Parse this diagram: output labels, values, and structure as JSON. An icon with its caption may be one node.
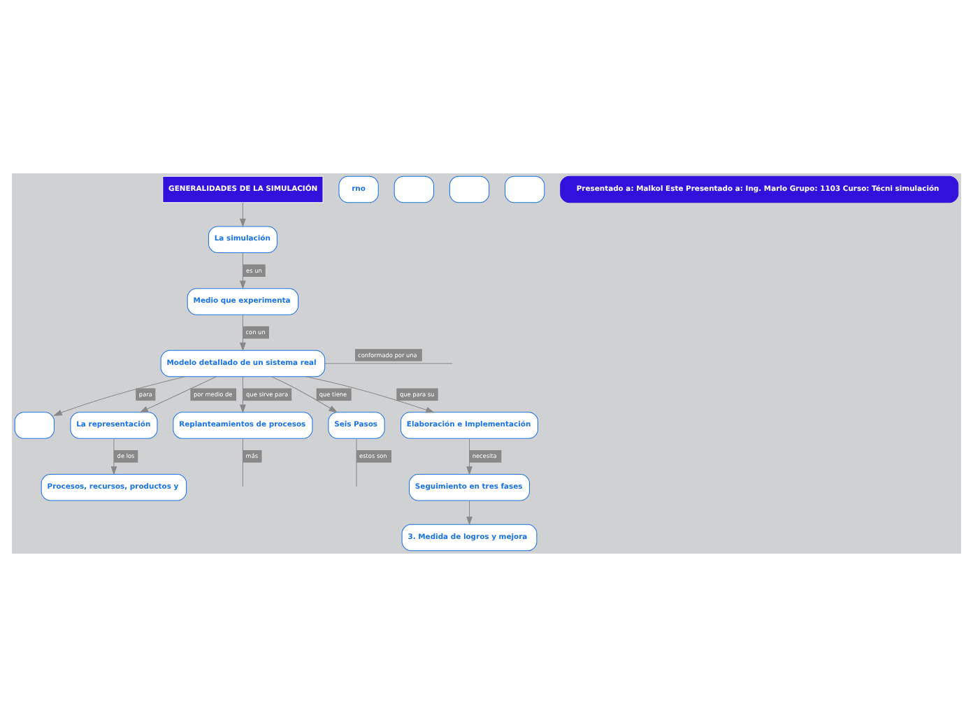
{
  "diagram": {
    "nodes": [
      {
        "text": [
          "GENERALIDADES DE LA SIMULACIÓN"
        ]
      },
      {
        "text": [
          "La simulación"
        ]
      },
      {
        "text": [
          "Medio que experimenta"
        ]
      },
      {
        "text": [
          "Modelo detallado de un sistema real"
        ]
      },
      {
        "text": [],
        "shape": "box"
      },
      {
        "text": [
          "La representación"
        ]
      },
      {
        "text": [
          "rno"
        ]
      },
      {
        "text": [
          "Procesos, recursos, productos y"
        ]
      },
      {
        "text": [
          "Replanteamientos de procesos"
        ]
      },
      {
        "text": [
          "Seis Pasos"
        ]
      },
      {
        "text": [
          "Elaboración e Implementación"
        ]
      },
      {
        "text": [
          "Seguimiento en tres fases"
        ]
      },
      {
        "text": [
          "3. Medida de logros y mejora"
        ]
      },
      {
        "text": [],
        "shape": "box"
      },
      {
        "text": [],
        "shape": "box"
      },
      {
        "text": [],
        "shape": "box"
      },
      {
        "text": [
          "Presentado a: Malkol Este Presentado a: Ing. Marlo Grupo: 1103 Curso: Técni simulación"
        ]
      }
    ],
    "edges": [
      {
        "from": 0,
        "to": 1,
        "arrow": "to"
      },
      {
        "from": 1,
        "to": 2,
        "arrow": "to",
        "label": "es un"
      },
      {
        "from": 2,
        "to": 3,
        "arrow": "to",
        "label": "con un"
      },
      {
        "from": 3,
        "to": 4,
        "arrow": "to",
        "label": "para"
      },
      {
        "from": 3,
        "to": 5,
        "arrow": "to",
        "label": "por medio de"
      },
      {
        "from": 3,
        "to": 8,
        "arrow": "to",
        "label": "que sirve para"
      },
      {
        "from": 3,
        "to": 9,
        "arrow": "to",
        "label": "que tiene"
      },
      {
        "from": 3,
        "to": 10,
        "arrow": "to",
        "label": "que para su"
      },
      {
        "from": 3,
        "to": null,
        "arrow": "none",
        "label": "conformado por una"
      },
      {
        "from": 5,
        "to": 7,
        "arrow": "to",
        "label": "de los"
      },
      {
        "from": 8,
        "to": null,
        "arrow": "none",
        "label": "más"
      },
      {
        "from": 9,
        "to": null,
        "arrow": "none",
        "label": "estos son"
      },
      {
        "from": 10,
        "to": 11,
        "arrow": "to",
        "label": "necesita"
      },
      {
        "from": 11,
        "to": 12,
        "arrow": "to"
      }
    ]
  }
}
